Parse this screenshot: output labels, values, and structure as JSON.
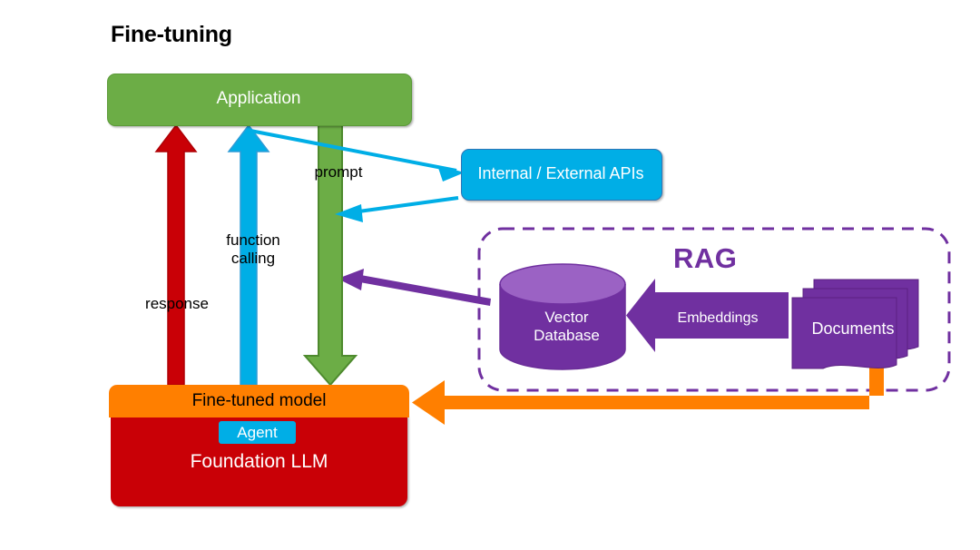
{
  "diagram": {
    "title": "Fine-tuning",
    "background": "#ffffff"
  },
  "nodes": {
    "application": {
      "label": "Application",
      "color": "#6CAD46",
      "text_color": "#ffffff"
    },
    "apis": {
      "label": "Internal / External APIs",
      "color": "#00AEE6",
      "text_color": "#ffffff"
    },
    "finetuned_model": {
      "label": "Fine-tuned model",
      "color": "#FF7F00",
      "text_color": "#000000"
    },
    "foundation_llm": {
      "label": "Foundation LLM",
      "color": "#C90006",
      "text_color": "#ffffff"
    },
    "agent": {
      "label": "Agent",
      "color": "#00AEE6",
      "text_color": "#ffffff"
    },
    "vector_database": {
      "line1": "Vector",
      "line2": "Database",
      "color": "#7030A0",
      "text_color": "#ffffff"
    },
    "documents": {
      "label": "Documents",
      "color": "#7030A0",
      "text_color": "#ffffff"
    }
  },
  "group": {
    "rag": {
      "label": "RAG",
      "color": "#7030A0",
      "border_style": "dashed"
    }
  },
  "flows": {
    "response": {
      "label": "response",
      "color": "#C90006",
      "direction": "up"
    },
    "function_calling": {
      "label": "function\ncalling",
      "line1": "function",
      "line2": "calling",
      "color": "#00AEE6",
      "direction": "up"
    },
    "prompt": {
      "label": "prompt",
      "color": "#6CAD46",
      "direction": "down"
    },
    "embeddings": {
      "label": "Embeddings",
      "color": "#7030A0",
      "direction": "left"
    },
    "documents_to_finetune": {
      "label": "",
      "color": "#FF7F00",
      "direction": "left"
    },
    "retrieval": {
      "label": "",
      "color": "#7030A0",
      "direction": "left"
    },
    "api_request": {
      "label": "",
      "color": "#00AEE6",
      "direction": "right"
    },
    "api_response": {
      "label": "",
      "color": "#00AEE6",
      "direction": "left"
    }
  },
  "colors": {
    "green": "#6CAD46",
    "green_dark": "#4E8A2E",
    "red": "#C90006",
    "orange": "#FF7F00",
    "purple": "#7030A0",
    "purple_light": "#9B62C4",
    "cyan": "#00AEE6",
    "cyan_dark": "#2E9BD6",
    "black": "#000000",
    "white": "#ffffff"
  }
}
